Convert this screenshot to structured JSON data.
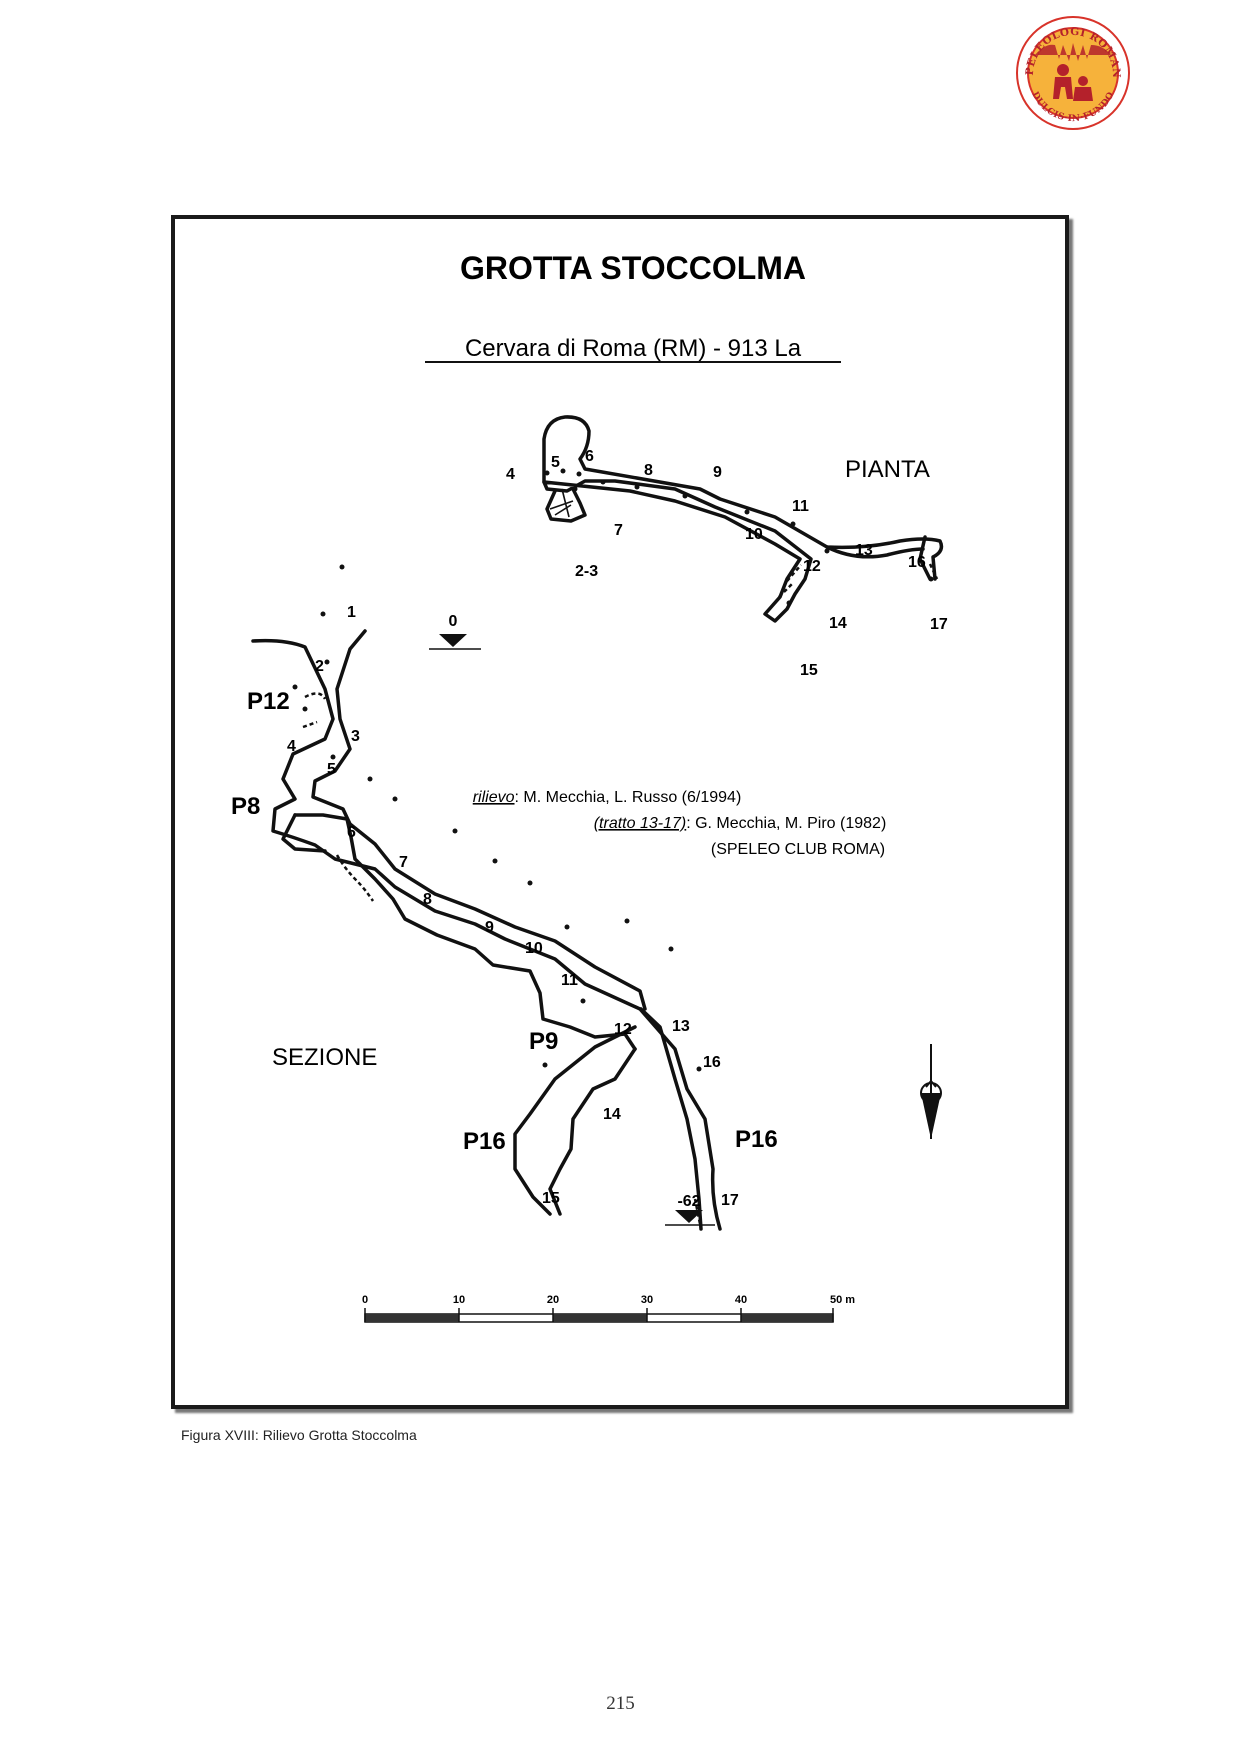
{
  "logo": {
    "top_text": "SPELEOLOGI ROMANI",
    "bottom_text": "DULCIS·IN·FUNDO",
    "colors": {
      "ring": "#d8332a",
      "fill": "#f6b23b",
      "figure": "#b4212b"
    }
  },
  "survey": {
    "title": "GROTTA STOCCOLMA",
    "subtitle": "Cervara di Roma (RM) - 913 La",
    "plan_label": "PIANTA",
    "section_label": "SEZIONE",
    "datum_top": "0",
    "datum_bottom": "-62",
    "credits": {
      "line1_label": "rilievo",
      "line1_text": ": M. Mecchia, L. Russo (6/1994)",
      "line2_label": "(tratto 13-17)",
      "line2_text": ": G. Mecchia, M. Piro (1982)",
      "line3": "(SPELEO CLUB ROMA)"
    },
    "shafts": {
      "p12": "P12",
      "p8": "P8",
      "p9": "P9",
      "p16_left": "P16",
      "p16_right": "P16"
    },
    "plan_stations": {
      "s23": "2-3",
      "s4": "4",
      "s5": "5",
      "s6": "6",
      "s7": "7",
      "s8": "8",
      "s9": "9",
      "s10": "10",
      "s11": "11",
      "s12": "12",
      "s13": "13",
      "s14": "14",
      "s15": "15",
      "s16": "16",
      "s17": "17"
    },
    "section_stations": {
      "s1": "1",
      "s2": "2",
      "s3": "3",
      "s4": "4",
      "s5": "5",
      "s6": "6",
      "s7": "7",
      "s8": "8",
      "s9": "9",
      "s10": "10",
      "s11": "11",
      "s12": "12",
      "s13": "13",
      "s14": "14",
      "s15": "15",
      "s16": "16",
      "s17": "17"
    },
    "scale": {
      "t0": "0",
      "t10": "10",
      "t20": "20",
      "t30": "30",
      "t40": "40",
      "t50": "50 m"
    }
  },
  "caption": "Figura XVIII: Rilievo Grotta Stoccolma",
  "page_number": "215"
}
